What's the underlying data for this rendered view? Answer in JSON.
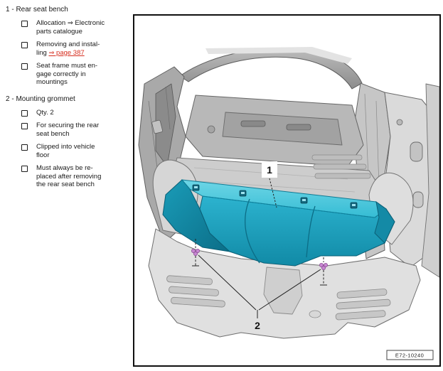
{
  "parts_list": {
    "item1": {
      "heading": "1 - Rear seat bench",
      "allocation": "Allocation ⇒ Electronic\nparts catalogue",
      "removing_prefix": "Removing and instal-\nling ",
      "removing_link": "⇒ page 387",
      "seat_frame": "Seat frame must en-\ngage correctly in\nmountings"
    },
    "item2": {
      "heading": "2 - Mounting grommet",
      "qty": "Qty. 2",
      "securing": "For securing the rear\nseat bench",
      "clipped": "Clipped into vehicle\nfloor",
      "replace": "Must always be re-\nplaced after removing\nthe rear seat bench"
    }
  },
  "figure": {
    "callout_1": "1",
    "callout_2": "2",
    "drawing_number": "E72-10240"
  },
  "colors": {
    "bench_cyan": "#2ab5cf",
    "bench_cyan_dark": "#0e7a94",
    "grommet_pink": "#c887d2",
    "link_red": "#d62e1f",
    "frame_black": "#101010"
  }
}
